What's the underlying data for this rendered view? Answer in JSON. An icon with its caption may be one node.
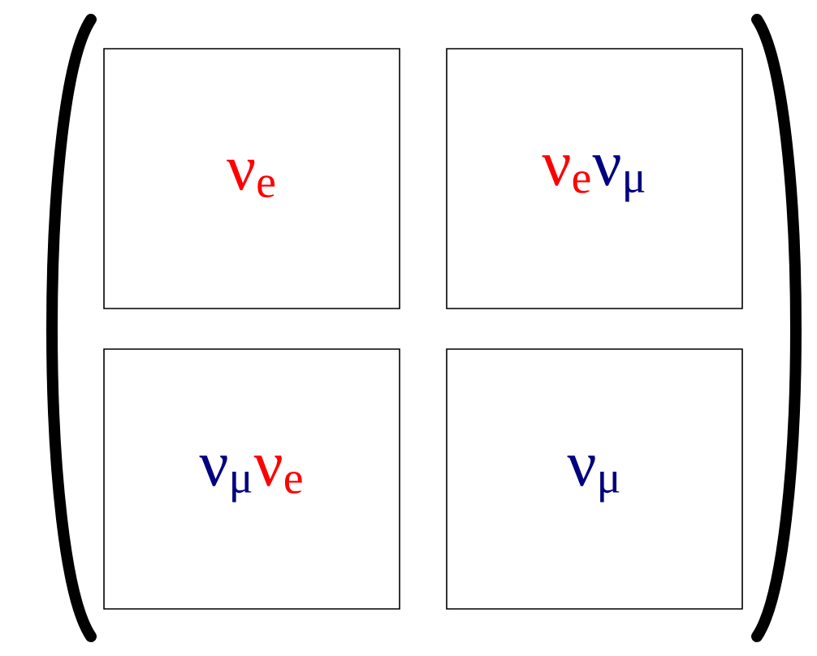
{
  "diagram": {
    "nodes": [
      {
        "text": [
          "ν$_{e}$"
        ]
      },
      {
        "text": [
          "ν$_{e}$",
          "ν$_{μ}$"
        ]
      },
      {
        "text": [
          "ν$_{μ}$",
          "ν$_{e}$"
        ]
      },
      {
        "text": [
          "ν$_{μ}$"
        ]
      }
    ]
  }
}
